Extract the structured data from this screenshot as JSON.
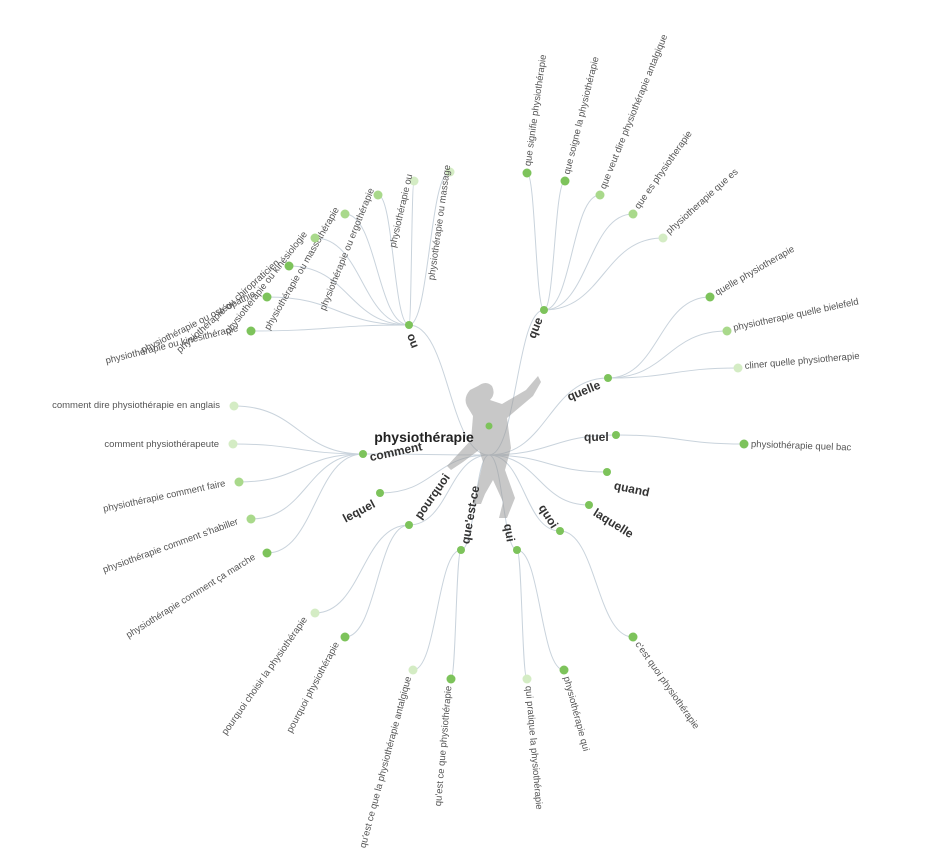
{
  "root": {
    "label": "physiothérapie",
    "color": "#7dc35b"
  },
  "colors": {
    "link": "#c9d3dc",
    "node_strong": "#7dc35b",
    "node_mid": "#a9d98b",
    "node_light": "#d4ecc4"
  },
  "branches": [
    {
      "label": "ou",
      "leaves": [
        {
          "label": "physiothérapie ou massage",
          "shade": "light"
        },
        {
          "label": "physiothérapie ou",
          "shade": "light"
        },
        {
          "label": "physiothérapie ou ergothérapie",
          "shade": "mid"
        },
        {
          "label": "physiothérapie ou massothérapie",
          "shade": "mid"
        },
        {
          "label": "physiothérapie ou kinésiologie",
          "shade": "mid"
        },
        {
          "label": "physiothérapie ou chiropraticien",
          "shade": "strong"
        },
        {
          "label": "physiothérapie ou ostéopathie",
          "shade": "strong"
        },
        {
          "label": "physiothérapie ou kinésithérapie",
          "shade": "strong"
        }
      ]
    },
    {
      "label": "que",
      "leaves": [
        {
          "label": "que signifie physiothérapie",
          "shade": "strong"
        },
        {
          "label": "que soigne la physiothérapie",
          "shade": "strong"
        },
        {
          "label": "que veut dire physiothérapie antalgique",
          "shade": "mid"
        },
        {
          "label": "que es physiotherapie",
          "shade": "mid"
        },
        {
          "label": "physiotherapie que es",
          "shade": "light"
        }
      ]
    },
    {
      "label": "quelle",
      "leaves": [
        {
          "label": "quelle physiotherapie",
          "shade": "strong"
        },
        {
          "label": "physiotherapie quelle bielefeld",
          "shade": "mid"
        },
        {
          "label": "cliner quelle physiotherapie",
          "shade": "light"
        }
      ]
    },
    {
      "label": "quel",
      "leaves": [
        {
          "label": "physiothérapie quel bac",
          "shade": "strong"
        }
      ]
    },
    {
      "label": "quand",
      "leaves": []
    },
    {
      "label": "laquelle",
      "leaves": []
    },
    {
      "label": "quoi",
      "leaves": [
        {
          "label": "c'est quoi physiothérapie",
          "shade": "strong"
        }
      ]
    },
    {
      "label": "qui",
      "leaves": [
        {
          "label": "physiothérapie qui",
          "shade": "strong"
        },
        {
          "label": "qui pratique la physiothérapie",
          "shade": "light"
        }
      ]
    },
    {
      "label": "que'est-ce",
      "leaves": [
        {
          "label": "qu'est ce que physiothérapie",
          "shade": "strong"
        },
        {
          "label": "qu'est ce que la physiothérapie antalgique",
          "shade": "light"
        }
      ]
    },
    {
      "label": "pourquoi",
      "leaves": [
        {
          "label": "pourquoi physiothérapie",
          "shade": "strong"
        },
        {
          "label": "pourquoi choisir la physiothérapie",
          "shade": "light"
        }
      ]
    },
    {
      "label": "lequel",
      "leaves": []
    },
    {
      "label": "comment",
      "leaves": [
        {
          "label": "comment dire physiothérapie en anglais",
          "shade": "light"
        },
        {
          "label": "comment physiothérapeute",
          "shade": "light"
        },
        {
          "label": "physiothérapie comment faire",
          "shade": "mid"
        },
        {
          "label": "physiothérapie comment s'habiller",
          "shade": "mid"
        },
        {
          "label": "physiothérapie comment ça marche",
          "shade": "strong"
        }
      ]
    }
  ]
}
